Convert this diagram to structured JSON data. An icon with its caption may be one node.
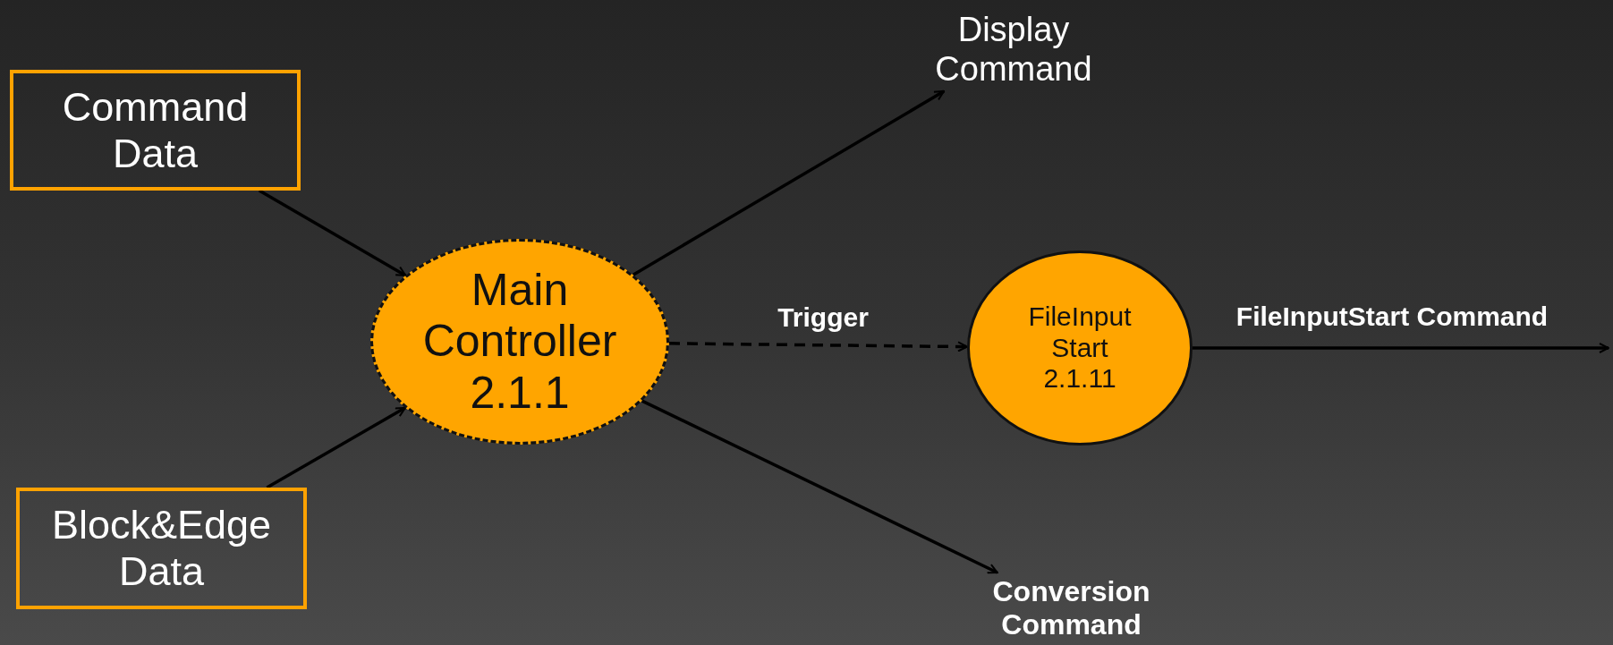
{
  "diagram": {
    "nodes": [
      {
        "text": [
          "Command Data"
        ]
      },
      {
        "text": [
          "Block&Edge Data"
        ]
      },
      {
        "text": [
          "Main Controller 2.1.1"
        ]
      },
      {
        "text": [
          "FileInput Start 2.1.11"
        ]
      },
      {
        "text": [
          "Display Command"
        ]
      },
      {
        "text": [
          "Conversion Command"
        ]
      }
    ],
    "edges": [
      {
        "from": 0,
        "to": 2,
        "arrow": "to"
      },
      {
        "from": 1,
        "to": 2,
        "arrow": "to"
      },
      {
        "from": 2,
        "to": 4,
        "arrow": "to"
      },
      {
        "from": 2,
        "to": 3,
        "arrow": "to",
        "label": "Trigger",
        "style": "dashed"
      },
      {
        "from": 2,
        "to": 5,
        "arrow": "to"
      },
      {
        "from": 3,
        "to": null,
        "arrow": "to",
        "label": "FileInputStart Command"
      }
    ]
  }
}
